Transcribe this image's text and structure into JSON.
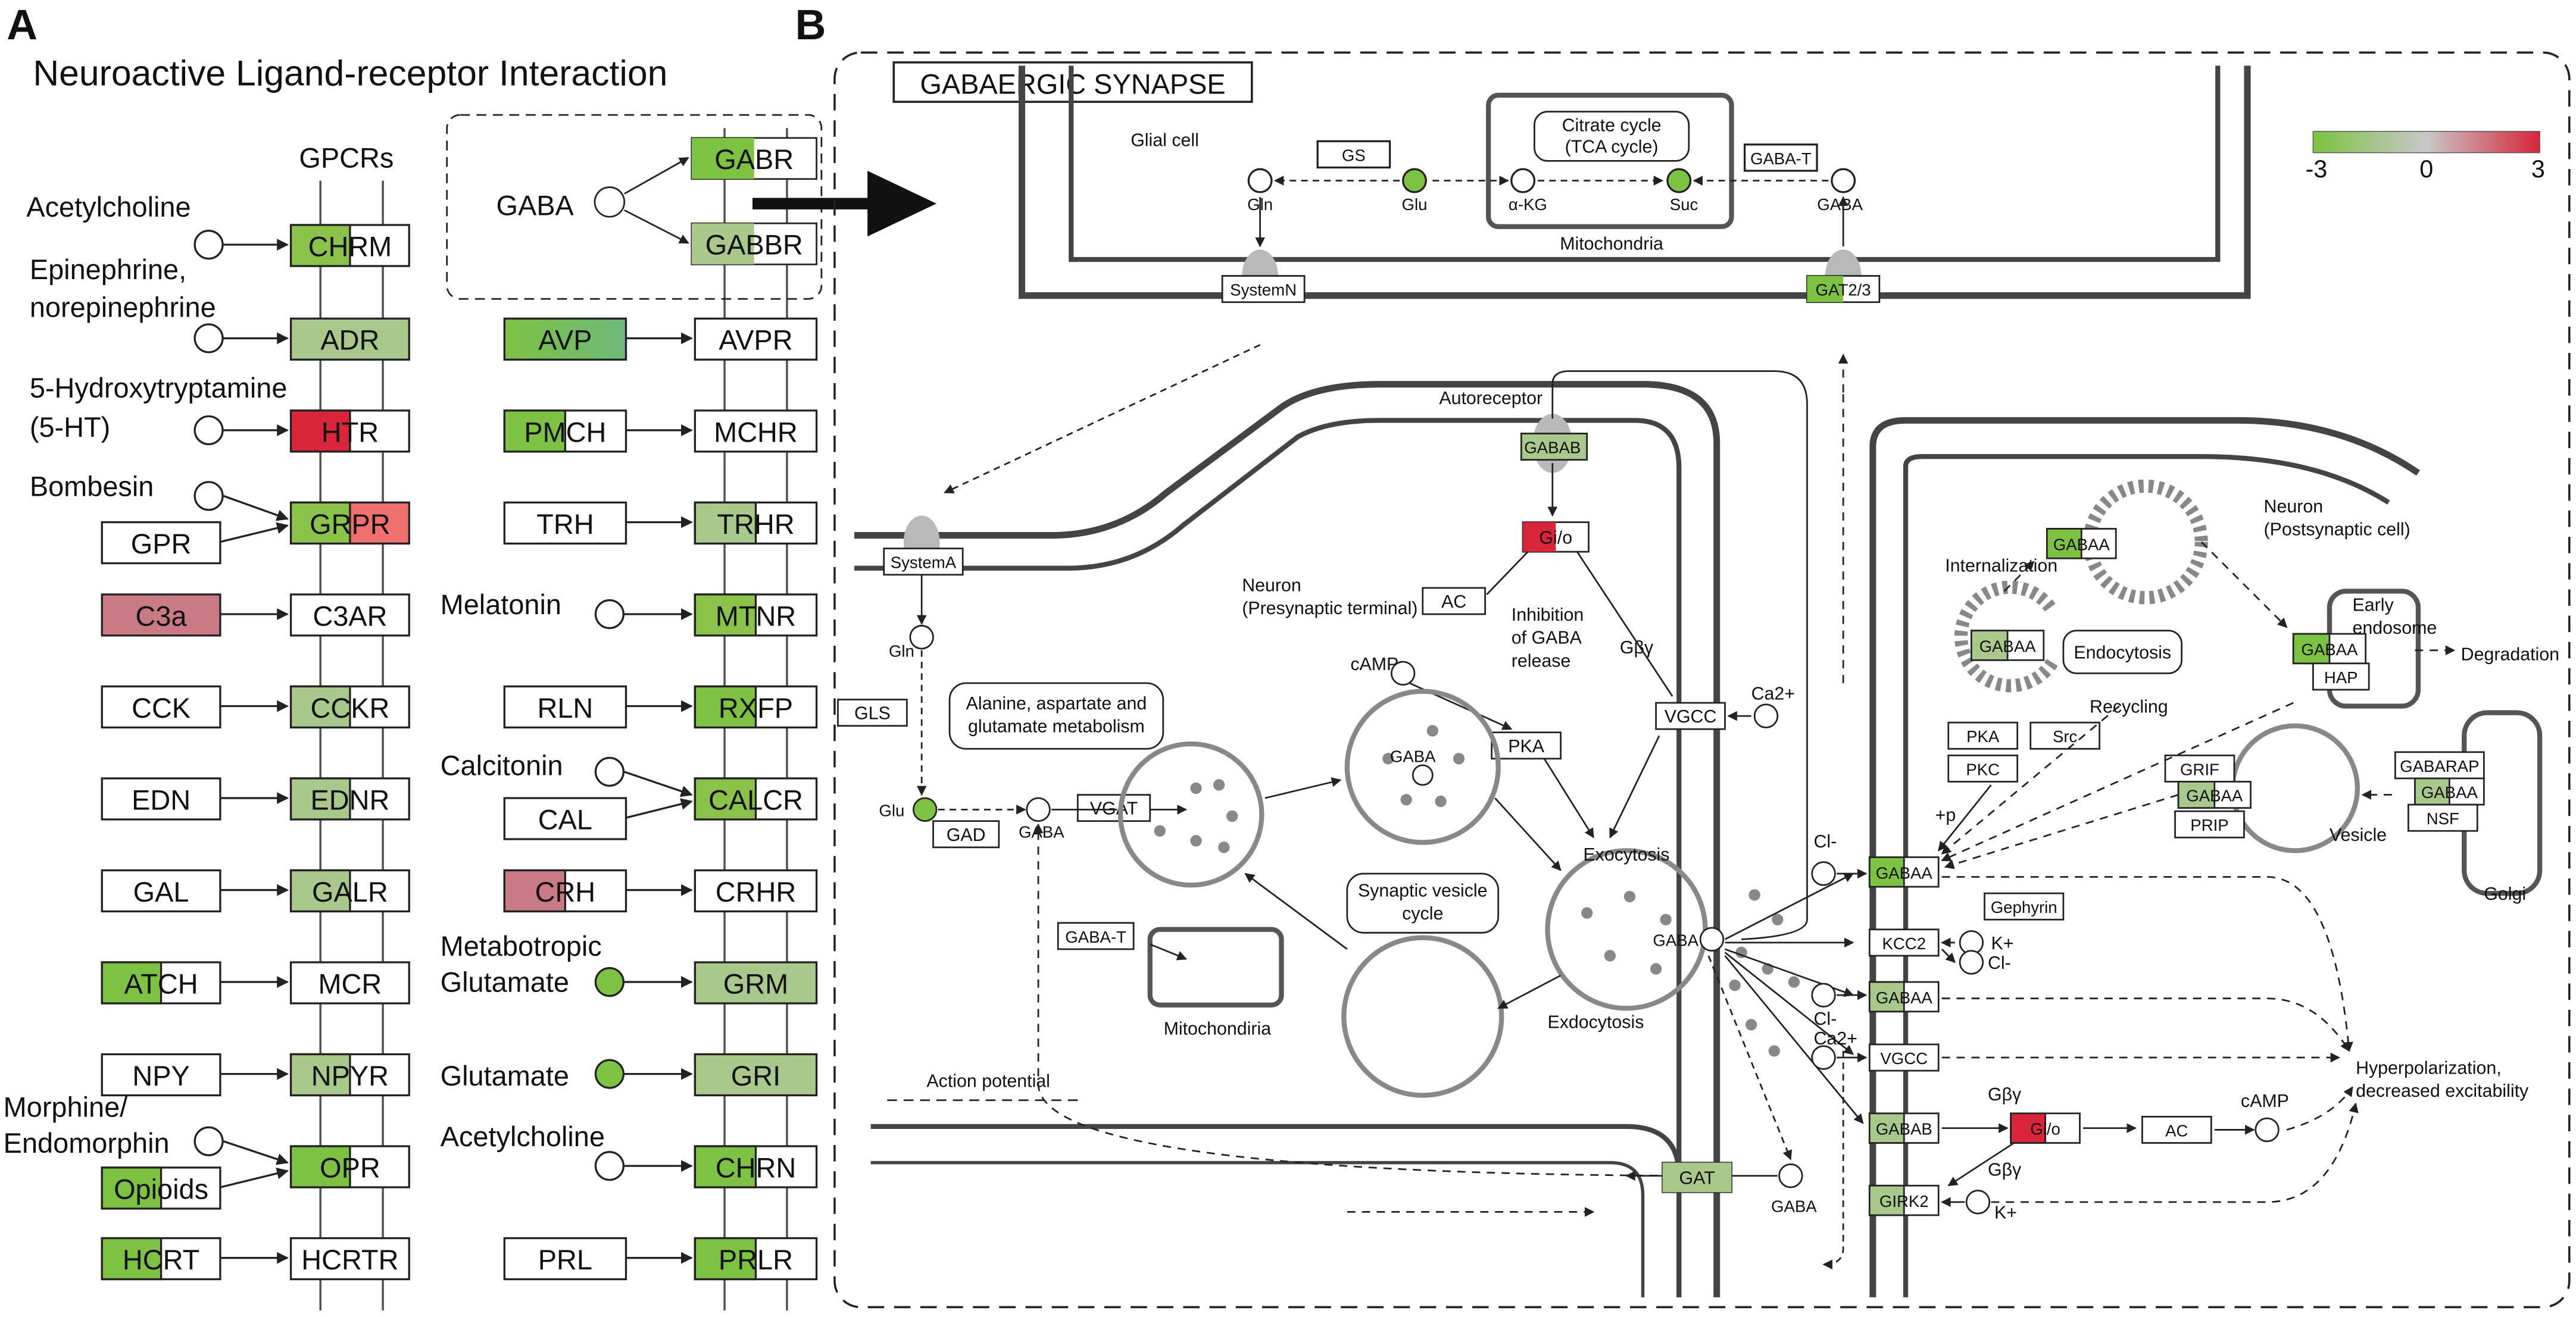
{
  "panel_a": {
    "letter": "A",
    "title": "Neuroactive Ligand-receptor Interaction",
    "gpcrs_label": "GPCRs",
    "gaba_box": {
      "ligand": "GABA",
      "receptors": [
        "GABR",
        "GABBR"
      ]
    },
    "left_column": {
      "ligands": [
        "Acetylcholine",
        "Epinephrine,",
        "norepinephrine",
        "5-Hydroxytryptamine",
        "(5-HT)",
        "Bombesin",
        "GPR",
        "C3a",
        "CCK",
        "EDN",
        "GAL",
        "ATCH",
        "NPY",
        "Morphine/",
        "Endomorphin",
        "Opioids",
        "HCRT"
      ],
      "receptors": [
        "CHRM",
        "ADR",
        "HTR",
        "GRPR",
        "C3AR",
        "CCKR",
        "EDNR",
        "GALR",
        "MCR",
        "NPYR",
        "OPR",
        "HCRTR"
      ]
    },
    "right_column": {
      "ligands": [
        "AVP",
        "PMCH",
        "TRH",
        "Melatonin",
        "RLN",
        "Calcitonin",
        "CAL",
        "CRH",
        "Metabotropic",
        "Glutamate",
        "Glutamate",
        "Acetylcholine",
        "PRL"
      ],
      "receptors": [
        "AVPR",
        "MCHR",
        "TRHR",
        "MTNR",
        "RXFP",
        "CALCR",
        "CRHR",
        "GRM",
        "GRI",
        "CHRN",
        "PRLR"
      ]
    }
  },
  "panel_b": {
    "letter": "B",
    "title": "GABAERGIC SYNAPSE",
    "legend": {
      "min": "-3",
      "mid": "0",
      "max": "3"
    },
    "colors": {
      "green": "#7dc242",
      "light_green": "#a9c98c",
      "red": "#d8253a",
      "pink": "#c97a84",
      "grey": "#b9b9b9"
    },
    "glial": {
      "label": "Glial cell",
      "gs": "GS",
      "gln": "Gln",
      "glu": "Glu",
      "akg": "α-KG",
      "suc": "Suc",
      "gaba_t": "GABA-T",
      "gaba": "GABA",
      "tca": "Citrate cycle",
      "tca2": "(TCA cycle)",
      "mito": "Mitochondria",
      "systemn": "SystemN",
      "gat23": "GAT2/3"
    },
    "presyn": {
      "autoreceptor": "Autoreceptor",
      "gaba_b": "GABAB",
      "gio": "Gi/o",
      "ac": "AC",
      "inhibition": [
        "Inhibition",
        "of GABA",
        "release"
      ],
      "gbg": "Gβγ",
      "camp": "cAMP",
      "pka": "PKA",
      "vgcc": "VGCC",
      "ca": "Ca2+",
      "neuron": "Neuron",
      "terminal": "(Presynaptic terminal)",
      "systema": "SystemA",
      "gln": "Gln",
      "gls": "GLS",
      "ala": [
        "Alanine, aspartate and",
        "glutamate metabolism"
      ],
      "glu": "Glu",
      "gad": "GAD",
      "gaba": "GABA",
      "vgat": "VGAT",
      "vesicle_gaba": "GABA",
      "svc": [
        "Synaptic vesicle",
        "cycle"
      ],
      "gaba_t": "GABA-T",
      "mito": "Mitochondiria",
      "exocytosis": "Exocytosis",
      "endocytosis": "Exdocytosis",
      "action": "Action potential",
      "gat": "GAT",
      "gaba_cleft": "GABA",
      "gaba_low": "GABA"
    },
    "postsyn": {
      "internalization": "Internalization",
      "neuron": "Neuron",
      "cell": "(Postsynaptic cell)",
      "endocytosis": "Endocytosis",
      "early": [
        "Early",
        "endosome"
      ],
      "degradation": "Degradation",
      "hap": "HAP",
      "recycling": "Recycling",
      "pka": "PKA",
      "src": "Src",
      "pkc": "PKC",
      "p": "+p",
      "grif": "GRIF",
      "prip": "PRIP",
      "vesicle": "Vesicle",
      "gabarap": "GABARAP",
      "nsf": "NSF",
      "golgi": "Golgi",
      "gaba_a": "GABAA",
      "gaba_b": "GABAB",
      "gephyrin": "Gephyrin",
      "kcc2": "KCC2",
      "cl": "Cl-",
      "k": "K+",
      "ca": "Ca2+",
      "vgcc": "VGCC",
      "gio": "Gi/o",
      "ac": "AC",
      "camp": "cAMP",
      "gbg": "Gβγ",
      "girk2": "GIRK2",
      "hyper": [
        "Hyperpolarization,",
        "decreased excitability"
      ]
    }
  }
}
